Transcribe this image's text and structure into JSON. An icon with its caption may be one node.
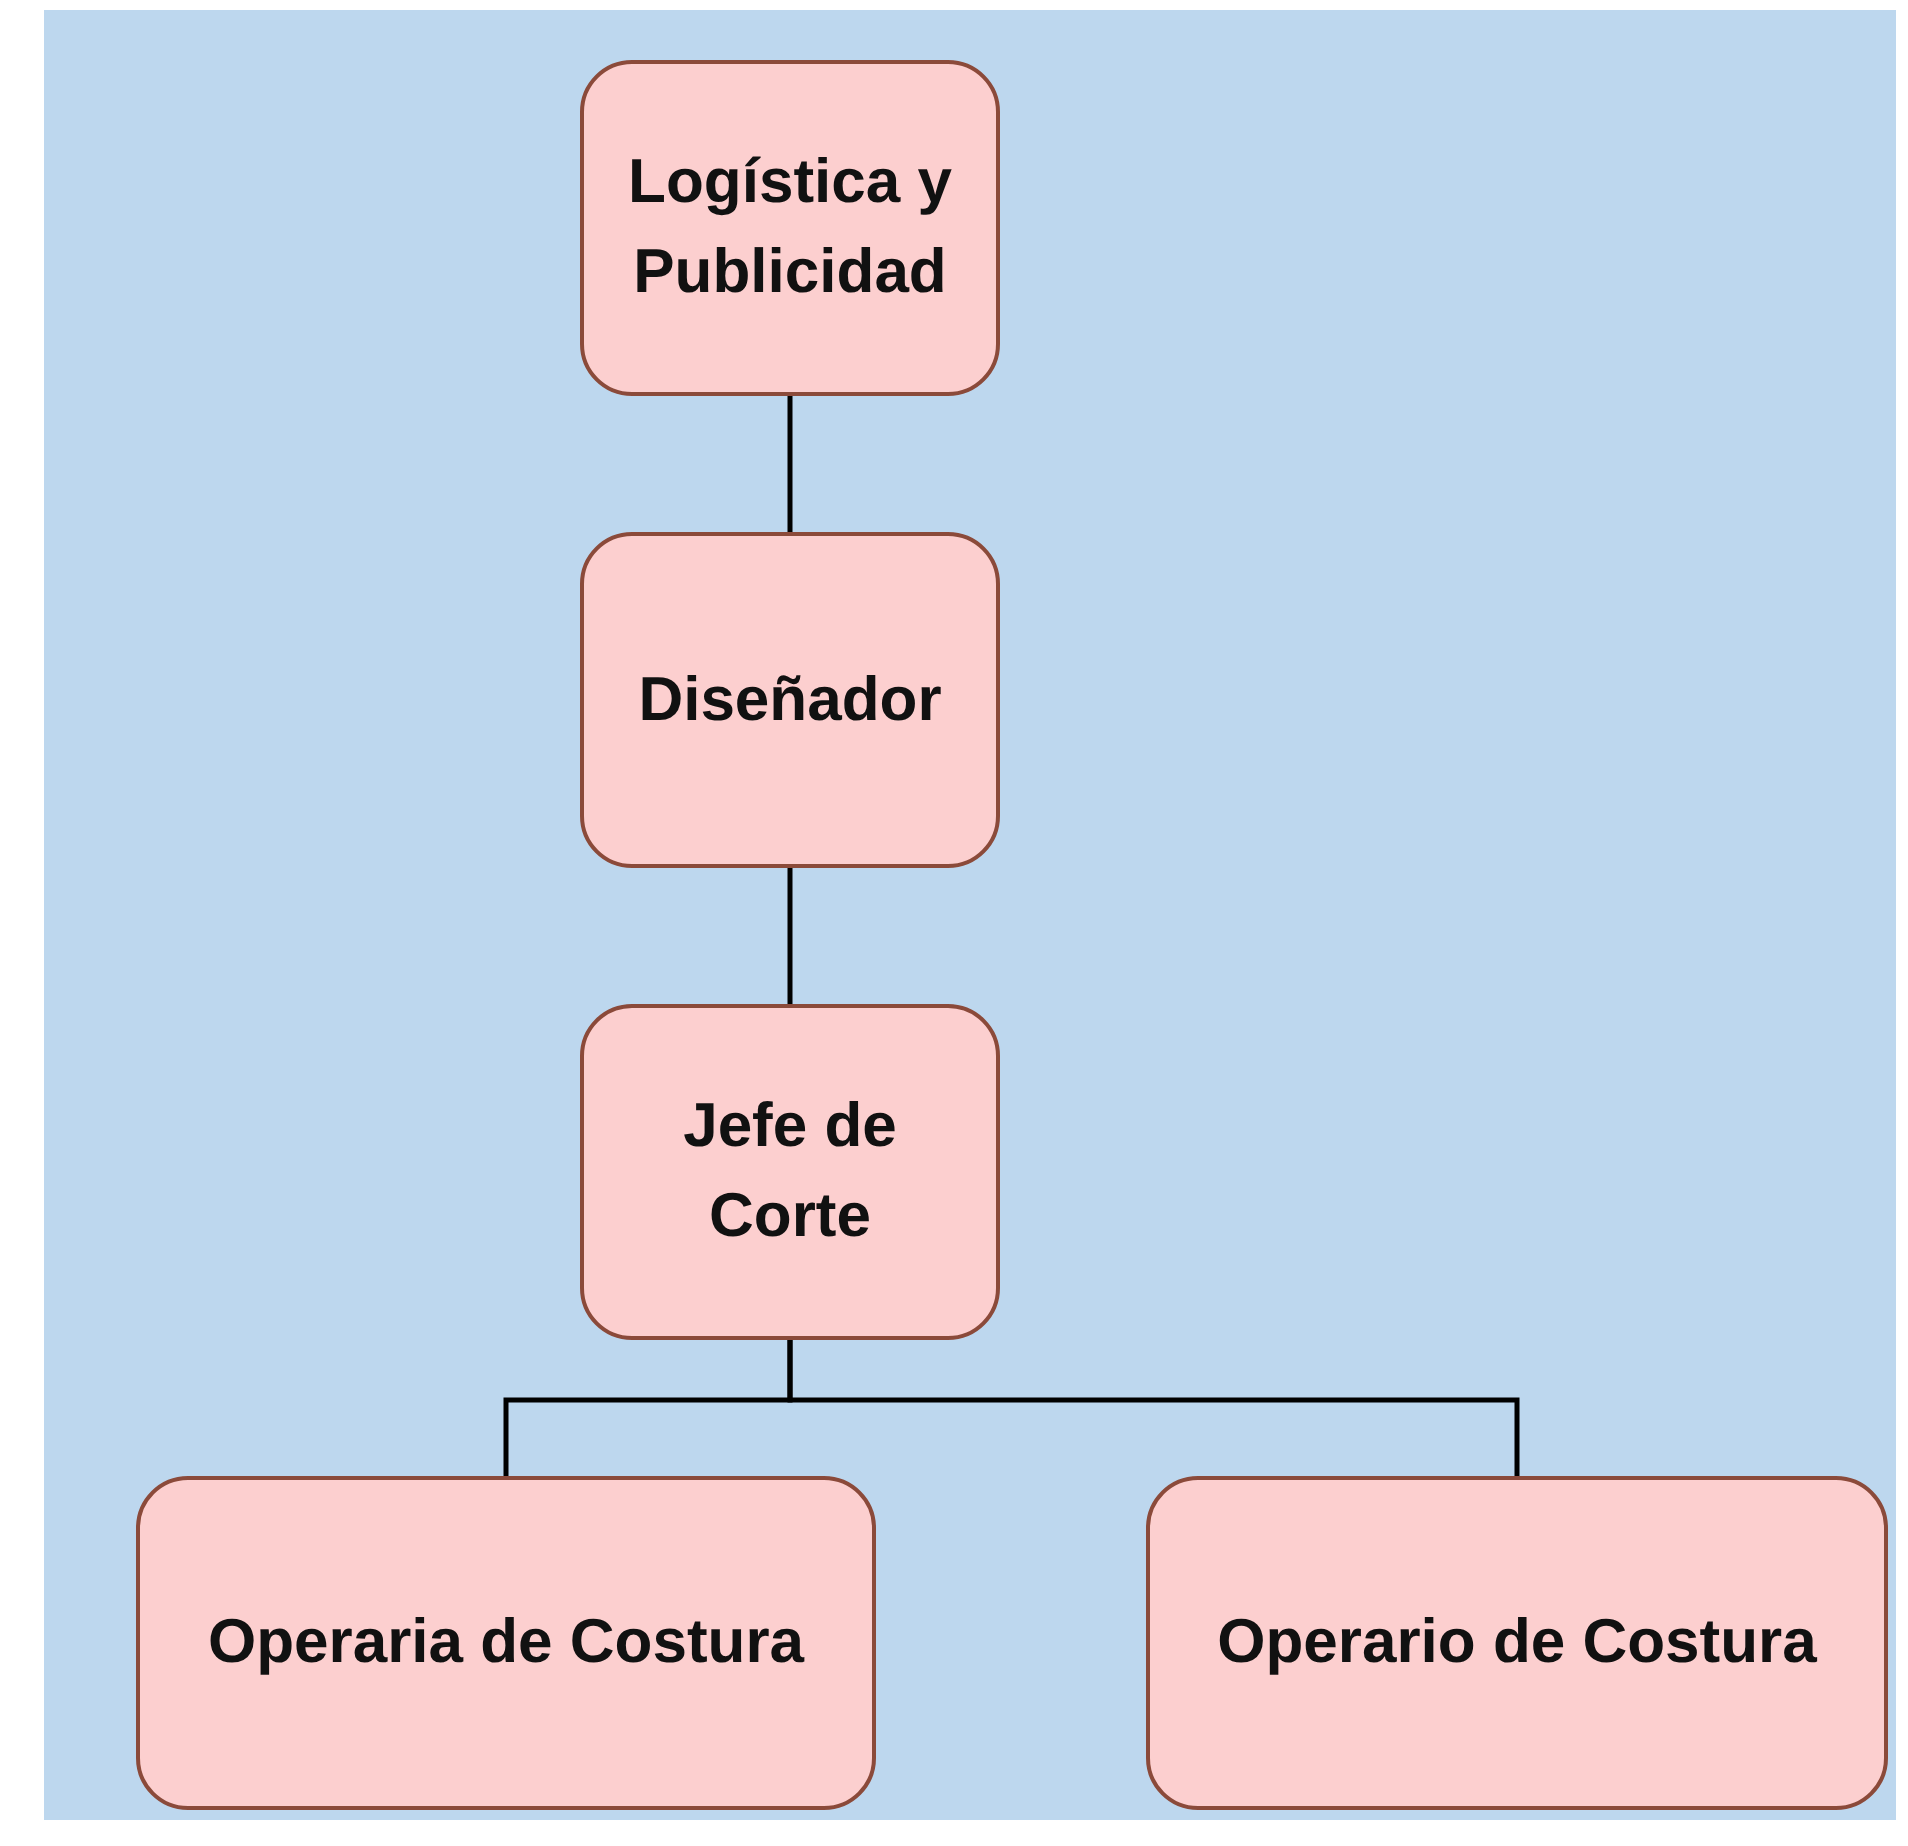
{
  "diagram": {
    "nodes": [
      {
        "text": [
          "Logística y Publicidad"
        ]
      },
      {
        "text": [
          "Diseñador"
        ]
      },
      {
        "text": [
          "Jefe de Corte"
        ]
      },
      {
        "text": [
          "Operaria de Costura"
        ]
      },
      {
        "text": [
          "Operario de Costura"
        ]
      }
    ],
    "edges": [
      {
        "from": 0,
        "to": 1,
        "arrow": "none"
      },
      {
        "from": 1,
        "to": 2,
        "arrow": "none"
      },
      {
        "from": 2,
        "to": 3,
        "arrow": "none"
      },
      {
        "from": 2,
        "to": 4,
        "arrow": "none"
      }
    ]
  }
}
